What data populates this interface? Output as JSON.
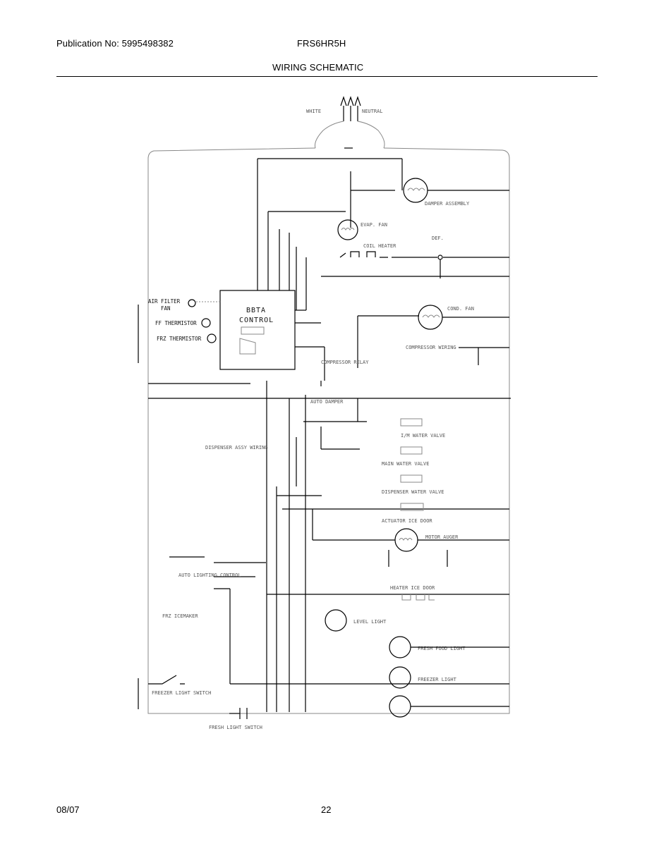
{
  "header": {
    "publication": "Publication No: 5995498382",
    "model": "FRS6HR5H",
    "title": "WIRING SCHEMATIC"
  },
  "footer": {
    "date": "08/07",
    "page": "22"
  },
  "diagram": {
    "labels": {
      "white": "WHITE",
      "neutral": "NEUTRAL",
      "damper": "DAMPER ASSEMBLY",
      "evap_fan": "EVAP. FAN",
      "coil_heater": "COIL HEATER",
      "defrost": "DEF.",
      "air_filter": "AIR FILTER",
      "fan": "FAN",
      "ff_thermistor": "FF THERMISTOR",
      "frz_thermistor": "FRZ THERMISTOR",
      "control_a": "BBTA",
      "control_b": "CONTROL",
      "cond_fan": "COND. FAN",
      "compressor_wiring": "COMPRESSOR WIRING",
      "compressor_relay": "COMPRESSOR RELAY",
      "auto_damper": "AUTO DAMPER",
      "icemaker_water_valve": "I/M WATER VALVE",
      "main_water_valve": "MAIN WATER VALVE",
      "dispenser_water_valve": "DISPENSER WATER VALVE",
      "dispenser_wiring": "DISPENSER ASSY WIRING",
      "actuator_ice_door": "ACTUATOR ICE DOOR",
      "motor_auger": "MOTOR AUGER",
      "auto_lighting": "AUTO LIGHTING CONTROL",
      "heater_ice_door": "HEATER ICE DOOR",
      "level_light": "LEVEL LIGHT",
      "fresh_food_light": "FRESH FOOD LIGHT",
      "freezer_light": "FREEZER LIGHT",
      "freezer_light_switch": "FREEZER LIGHT SWITCH",
      "fresh_light_switch": "FRESH LIGHT SWITCH",
      "frz_icemaker": "FRZ ICEMAKER"
    }
  }
}
